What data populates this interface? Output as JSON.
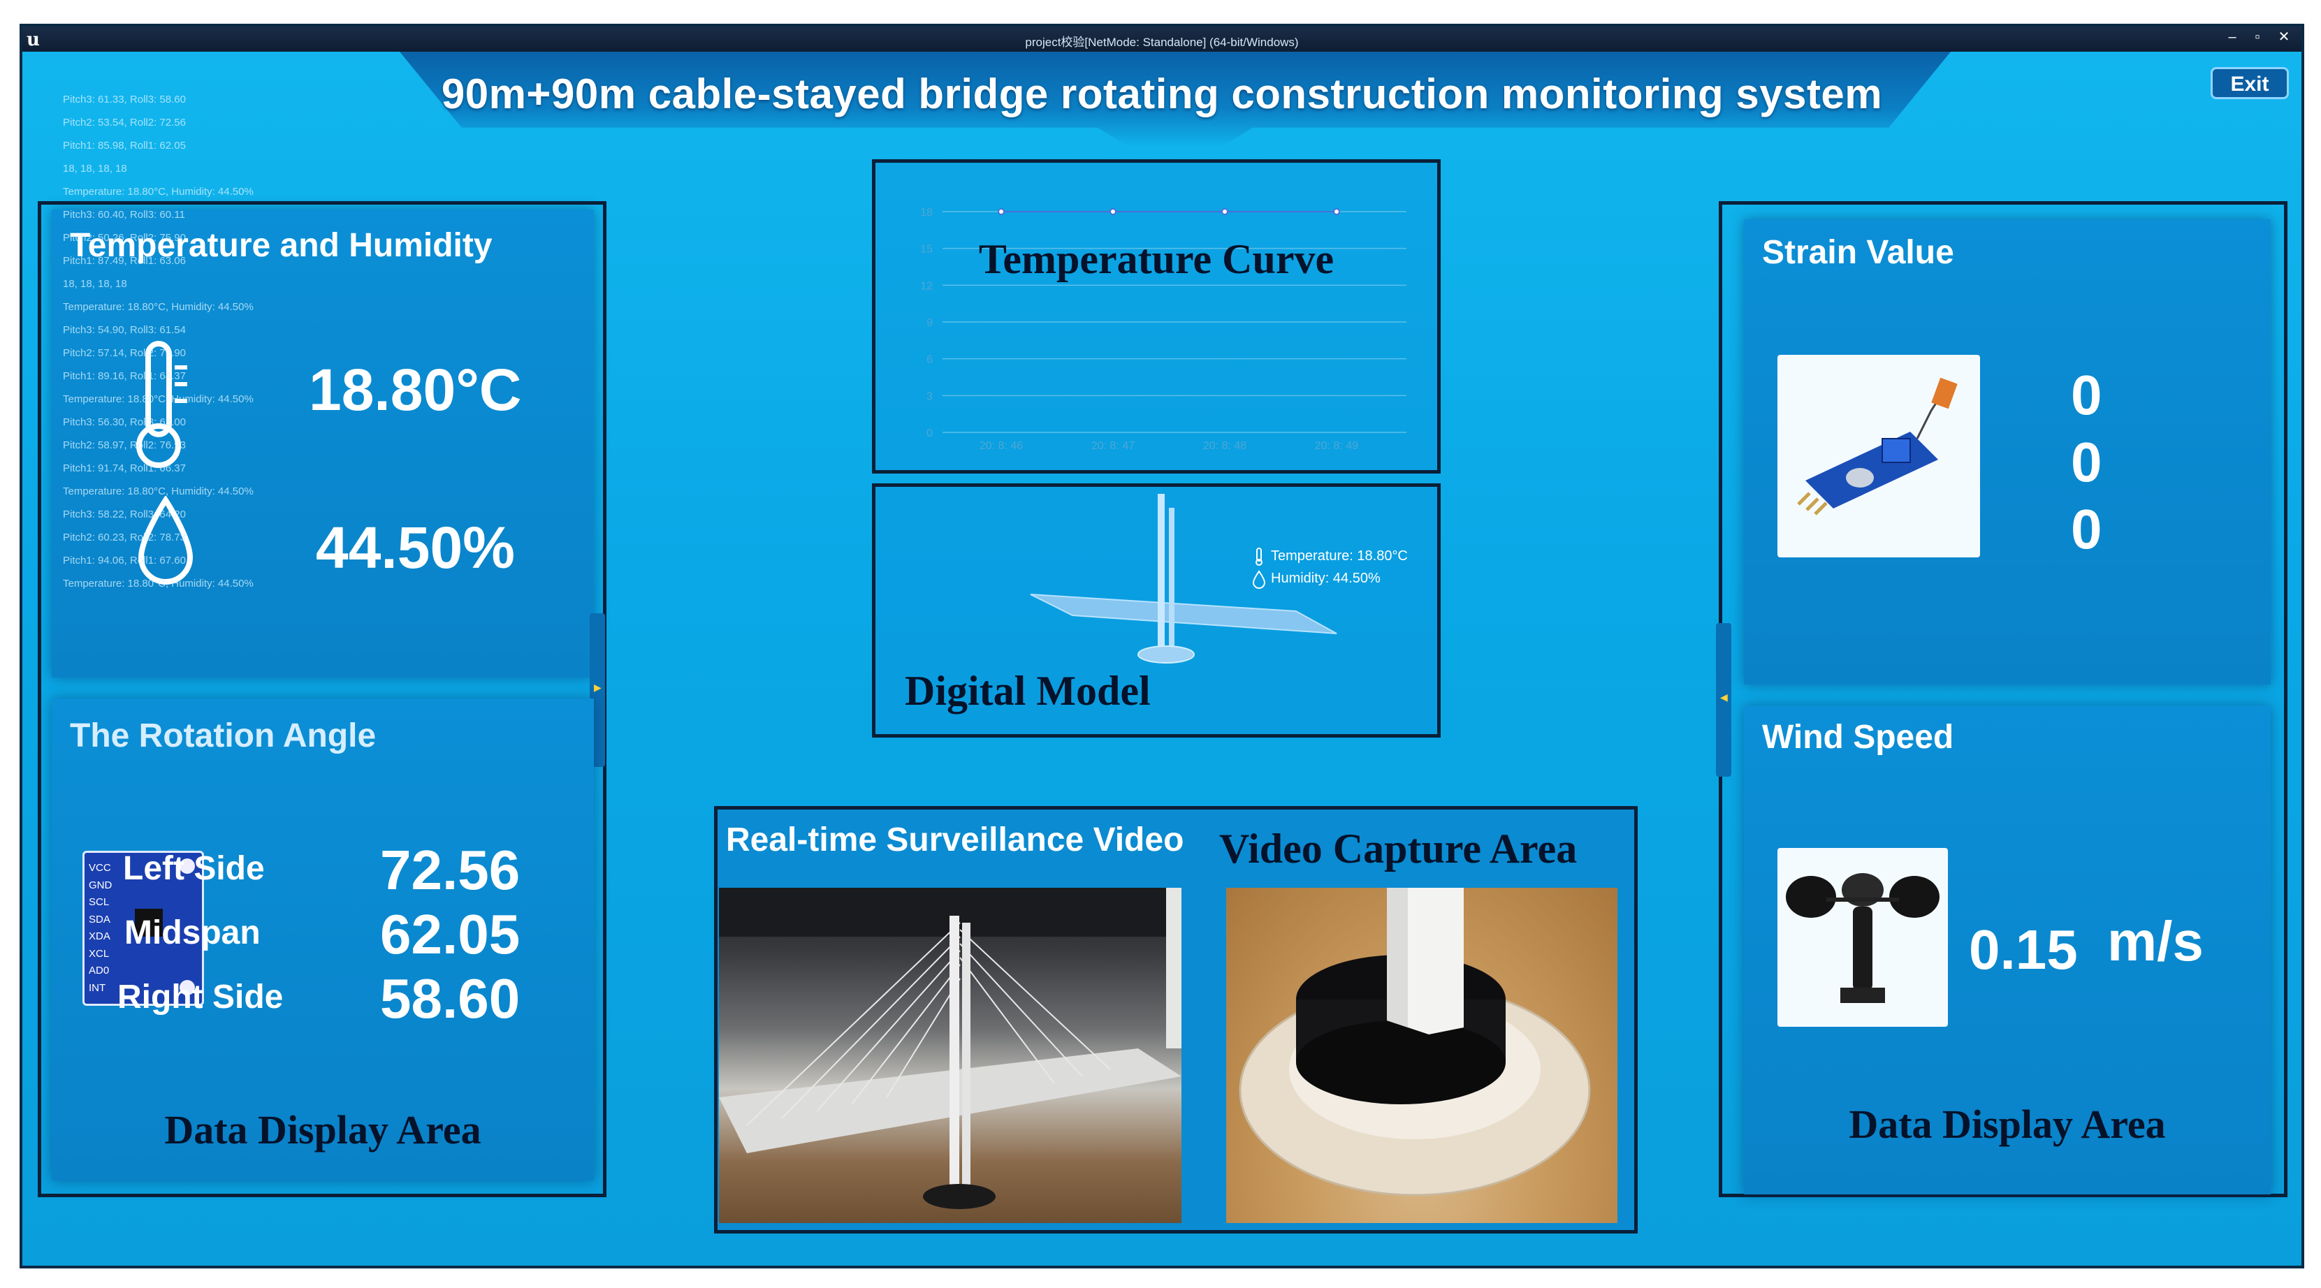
{
  "window": {
    "logo": "u",
    "title": "project校验[NetMode: Standalone] (64-bit/Windows)",
    "minimize": "–",
    "restore": "▫",
    "close": "✕"
  },
  "header": {
    "title": "90m+90m cable-stayed bridge rotating construction monitoring system",
    "exit_label": "Exit"
  },
  "log_lines": [
    "Pitch3: 61.33, Roll3: 58.60",
    "Pitch2: 53.54, Roll2: 72.56",
    "Pitch1: 85.98, Roll1: 62.05",
    "18, 18, 18, 18",
    "Temperature: 18.80°C, Humidity: 44.50%",
    "Pitch3: 60.40, Roll3: 60.11",
    "Pitch2: 50.26, Roll2: 75.90",
    "Pitch1: 87.49, Roll1: 63.06",
    "18, 18, 18, 18",
    "Temperature: 18.80°C, Humidity: 44.50%",
    "Pitch3: 54.90, Roll3: 61.54",
    "Pitch2: 57.14, Roll2: 75.90",
    "Pitch1: 89.16, Roll1: 64.37",
    "Temperature: 18.80°C, Humidity: 44.50%",
    "Pitch3: 56.30, Roll3: 63.00",
    "Pitch2: 58.97, Roll2: 76.93",
    "Pitch1: 91.74, Roll1: 66.37",
    "Temperature: 18.80°C, Humidity: 44.50%",
    "Pitch3: 58.22, Roll3: 64.20",
    "Pitch2: 60.23, Roll2: 78.73",
    "Pitch1: 94.06, Roll1: 67.60",
    "Temperature: 18.80°C, Humidity: 44.50%"
  ],
  "temp_humidity": {
    "title": "Temperature and Humidity",
    "temperature": "18.80°C",
    "humidity": "44.50%",
    "thermometer_icon": "thermometer-icon",
    "droplet_icon": "droplet-icon"
  },
  "rotation": {
    "title": "The Rotation Angle",
    "sensor_pins": [
      "VCC",
      "GND",
      "SCL",
      "SDA",
      "XDA",
      "XCL",
      "AD0",
      "INT"
    ],
    "rows": [
      {
        "label": "Left Side",
        "value": "72.56"
      },
      {
        "label": "Midspan",
        "value": "62.05"
      },
      {
        "label": "Right Side",
        "value": "58.60"
      }
    ]
  },
  "left_area_label": "Data Display Area",
  "temp_curve": {
    "label": "Temperature Curve",
    "chart_data": {
      "type": "line",
      "x": [
        "20: 8: 46",
        "20: 8: 47",
        "20: 8: 48",
        "20: 8: 49"
      ],
      "values": [
        18,
        18,
        18,
        18
      ],
      "yticks": [
        0,
        3,
        6,
        9,
        12,
        15,
        18
      ],
      "ylim": [
        0,
        18
      ],
      "grid": true,
      "line_color": "#4a6fd8"
    }
  },
  "digital_model": {
    "label": "Digital Model",
    "temperature_text": "Temperature: 18.80°C",
    "humidity_text": "Humidity: 44.50%"
  },
  "video": {
    "surveillance_label": "Real-time Surveillance Video",
    "capture_label": "Video Capture Area"
  },
  "strain": {
    "title": "Strain Value",
    "values": [
      "0",
      "0",
      "0"
    ]
  },
  "wind": {
    "title": "Wind Speed",
    "value": "0.15",
    "unit": "m/s"
  },
  "right_area_label": "Data Display Area",
  "colors": {
    "background": "#0aa8e6",
    "panel": "#0a86cc",
    "outline": "#0b1f38",
    "text": "#ffffff"
  }
}
